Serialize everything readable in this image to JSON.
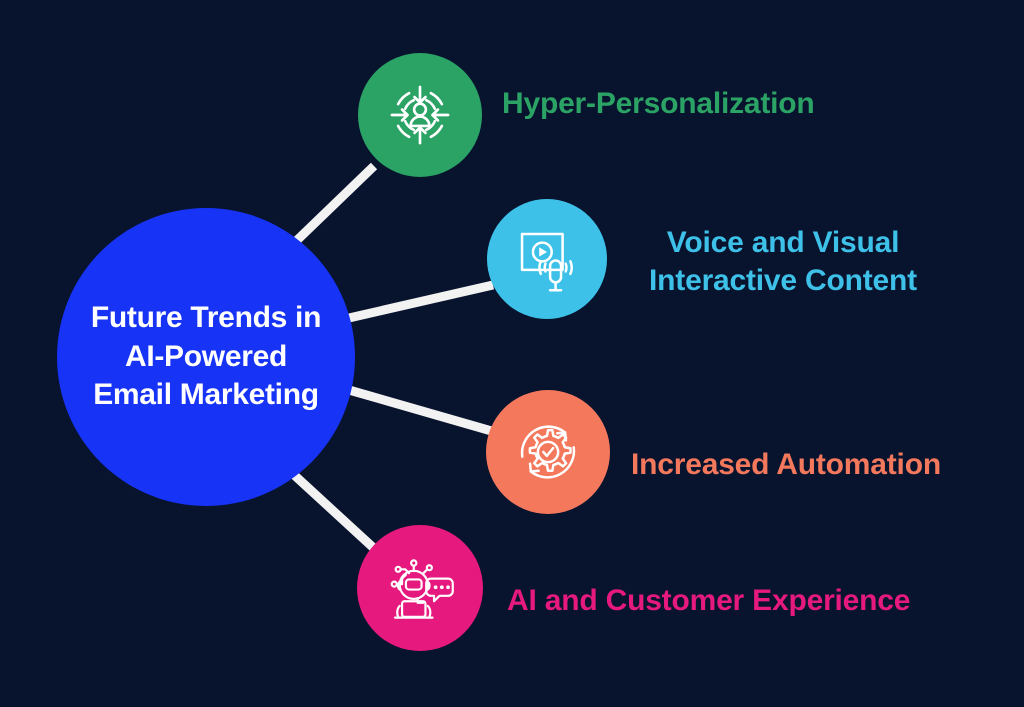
{
  "page": {
    "background_color": "#08132e",
    "connector_color": "#f2f2f2"
  },
  "hub": {
    "label": "Future Trends in\nAI-Powered\nEmail Marketing",
    "color": "#1733f5",
    "text_color": "#ffffff"
  },
  "nodes": [
    {
      "label": "Hyper-Personalization",
      "color": "#2BA365",
      "icon": "target-person-icon"
    },
    {
      "label": "Voice and Visual\nInteractive Content",
      "color": "#3EC1E8",
      "icon": "video-microphone-icon"
    },
    {
      "label": "Increased Automation",
      "color": "#F4785C",
      "icon": "gear-check-cycle-icon"
    },
    {
      "label": "AI and Customer Experience",
      "color": "#E6197E",
      "icon": "chatbot-speech-bubble-icon"
    }
  ]
}
